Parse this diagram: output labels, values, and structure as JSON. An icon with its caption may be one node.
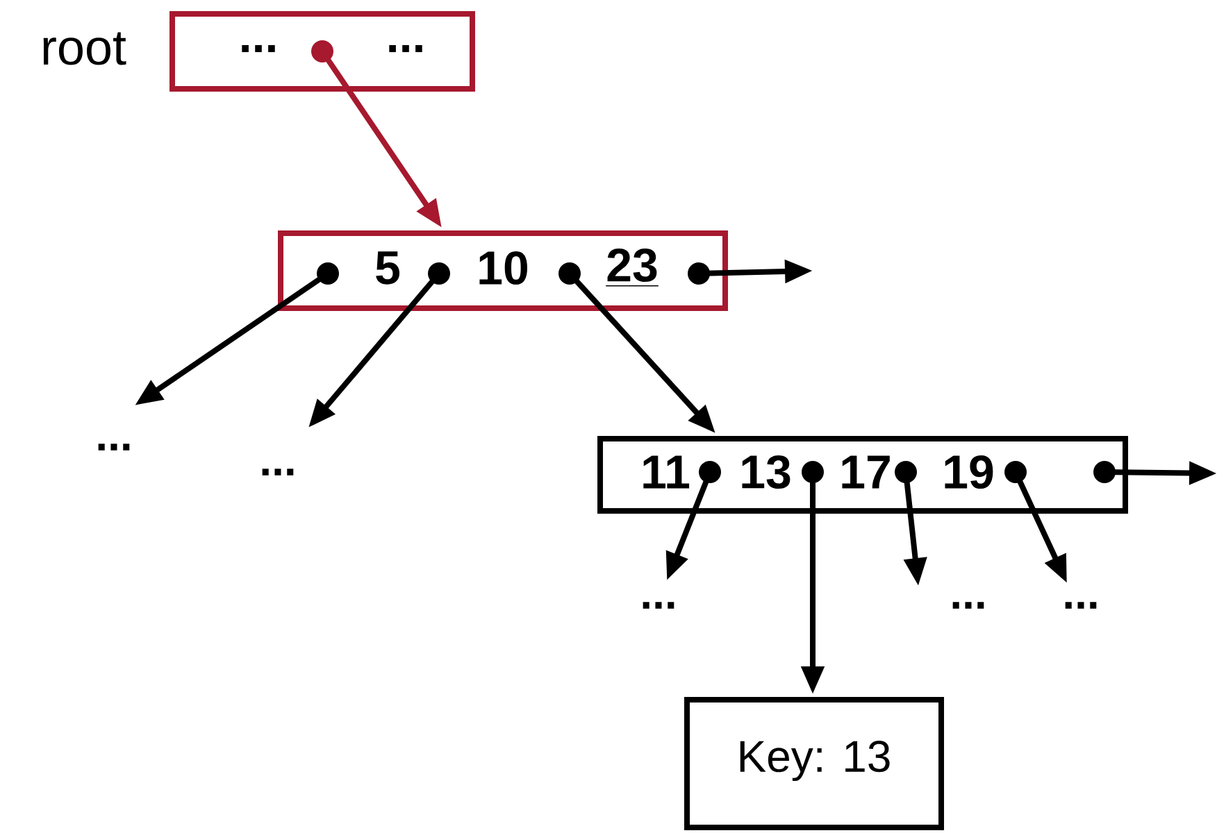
{
  "diagram": {
    "nodes": [
      {
        "text": [
          "...",
          "..."
        ],
        "beside": [
          "root"
        ]
      },
      {
        "text": [
          "5",
          "10",
          "23"
        ]
      },
      {
        "text": [
          "11",
          "13",
          "17",
          "19"
        ]
      },
      {
        "text": [
          "Key: 13"
        ]
      },
      {
        "text": [
          "..."
        ]
      },
      {
        "text": [
          "..."
        ]
      },
      {
        "text": [
          "..."
        ]
      },
      {
        "text": [
          "..."
        ]
      },
      {
        "text": [
          "..."
        ]
      }
    ],
    "edges": [
      {
        "from": 0,
        "to": 1,
        "arrow": "to",
        "color": "#a6192e"
      },
      {
        "from": 1,
        "to": 4,
        "arrow": "to"
      },
      {
        "from": 1,
        "to": 5,
        "arrow": "to"
      },
      {
        "from": 1,
        "to": 2,
        "arrow": "to"
      },
      {
        "from": 1,
        "to": null,
        "arrow": "to"
      },
      {
        "from": 2,
        "to": 6,
        "arrow": "to"
      },
      {
        "from": 2,
        "to": 3,
        "arrow": "to"
      },
      {
        "from": 2,
        "to": 7,
        "arrow": "to"
      },
      {
        "from": 2,
        "to": 8,
        "arrow": "to"
      },
      {
        "from": 2,
        "to": null,
        "arrow": "to"
      }
    ]
  }
}
